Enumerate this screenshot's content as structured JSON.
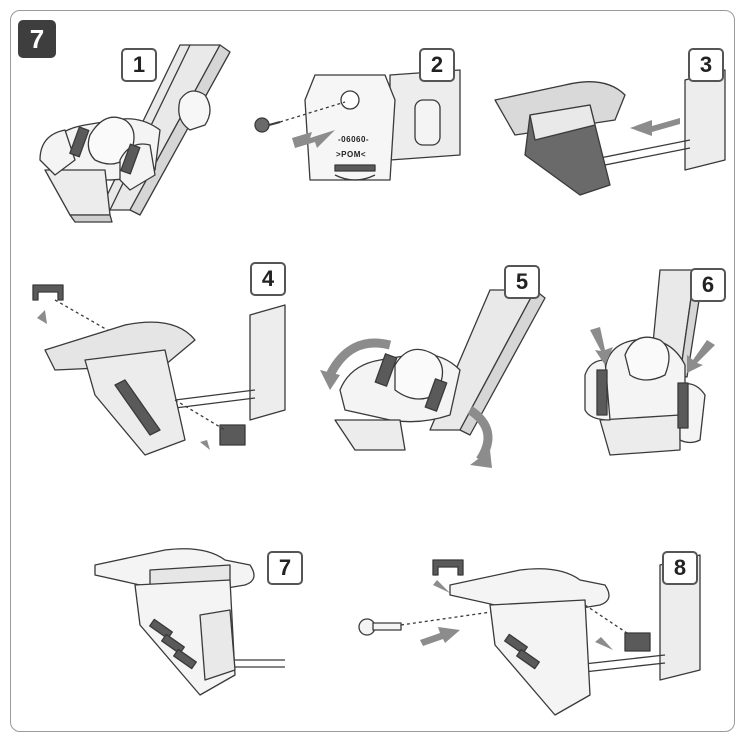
{
  "figure": {
    "section_number": "7",
    "steps": [
      {
        "label": "1",
        "illustration": "clamp-assembly-front-view"
      },
      {
        "label": "2",
        "illustration": "remove-screw-and-plate"
      },
      {
        "label": "3",
        "illustration": "slide-foot-off-bar"
      },
      {
        "label": "4",
        "illustration": "remove-end-caps"
      },
      {
        "label": "5",
        "illustration": "rotate-assembly"
      },
      {
        "label": "6",
        "illustration": "press-side-caps"
      },
      {
        "label": "7",
        "illustration": "assembled-foot-side-view"
      },
      {
        "label": "8",
        "illustration": "reinsert-screw-and-caps"
      }
    ],
    "part_markings": {
      "line1": "-06060-",
      "line2": ">POM<"
    },
    "colors": {
      "line": "#3a3a3a",
      "part_fill": "#f4f4f4",
      "part_shade": "#d6d6d6",
      "dark_part": "#5a5a5a",
      "arrow": "#8c8c8c",
      "badge": "#3e3e3e"
    }
  }
}
